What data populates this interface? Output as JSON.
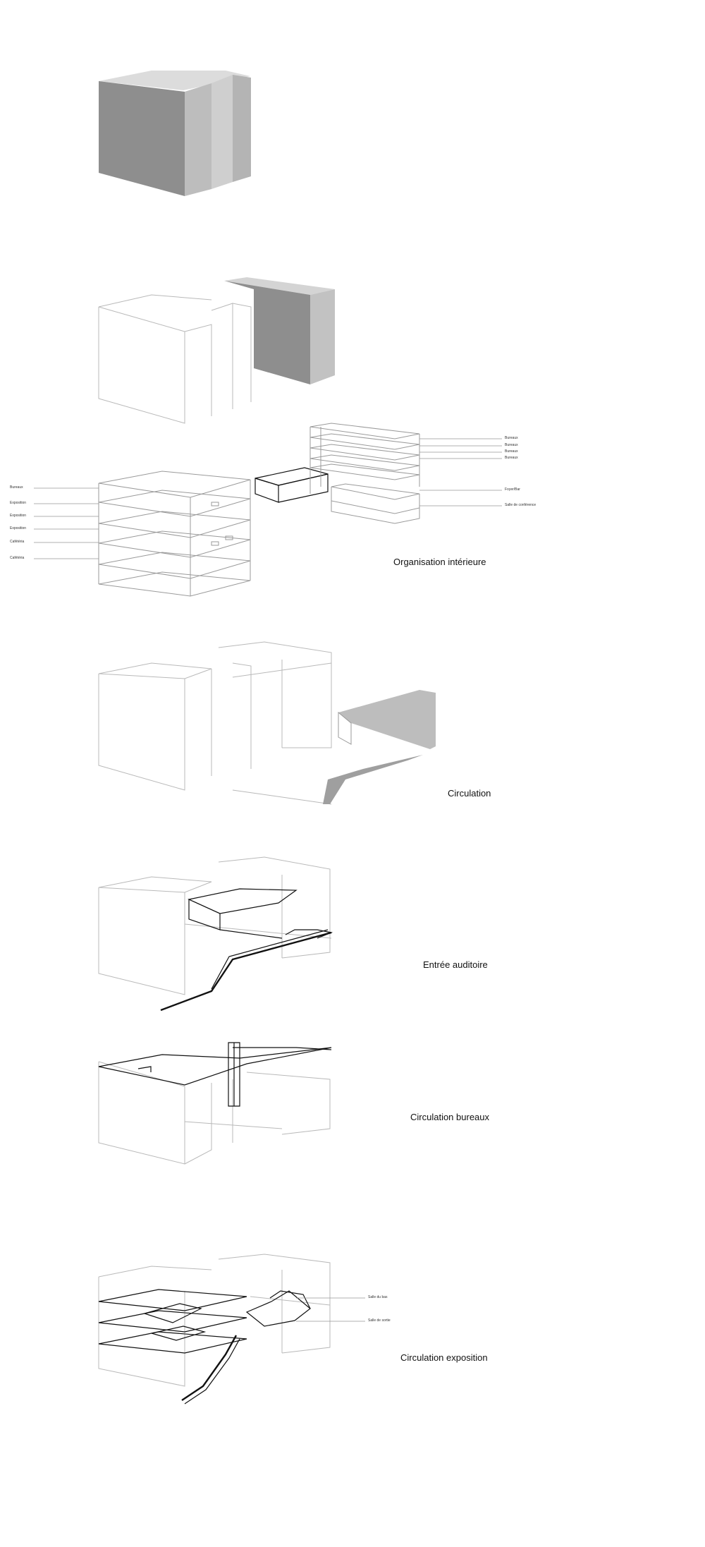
{
  "captions": {
    "organisation": "Organisation intérieure",
    "circulation": "Circulation",
    "entree": "Entrée auditoire",
    "bureaux": "Circulation bureaux",
    "exposition": "Circulation exposition"
  },
  "left_labels": [
    "Bureaux",
    "Exposition",
    "Exposition",
    "Exposition",
    "Cafétéria",
    "Cafétéria"
  ],
  "right_labels_top": [
    "Bureaux",
    "Bureaux",
    "Bureaux",
    "Bureaux"
  ],
  "right_labels_bottom": [
    "Foyer/Bar",
    "Salle de conférence"
  ],
  "expo_labels": [
    "Salle du bas",
    "Salle de sortie"
  ],
  "colors": {
    "solid_front": "#8e8e8e",
    "solid_side": "#c4c4c4",
    "solid_top": "#dcdcdc",
    "line": "#b9b9b9",
    "path": "#111111"
  }
}
